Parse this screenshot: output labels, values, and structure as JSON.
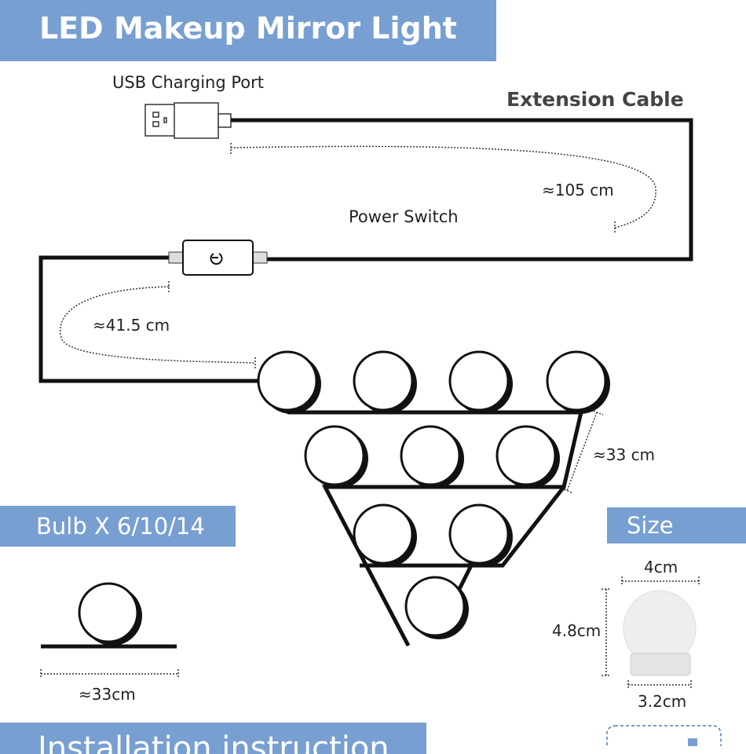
{
  "title": "LED Makeup Mirror Light",
  "labels": {
    "usb": "USB Charging Port",
    "extension": "Extension Cable",
    "power_switch": "Power Switch",
    "len_105": "≈105 cm",
    "len_415": "≈41.5 cm",
    "len_33_side": "≈33 cm",
    "len_33_bulb": "≈33cm"
  },
  "bulb_banner": "Bulb X 6/10/14",
  "size_banner": "Size",
  "size": {
    "width_top": "4cm",
    "height": "4.8cm",
    "width_base": "3.2cm"
  },
  "install_banner": "Installation instruction",
  "colors": {
    "banner": "#789fd1"
  }
}
